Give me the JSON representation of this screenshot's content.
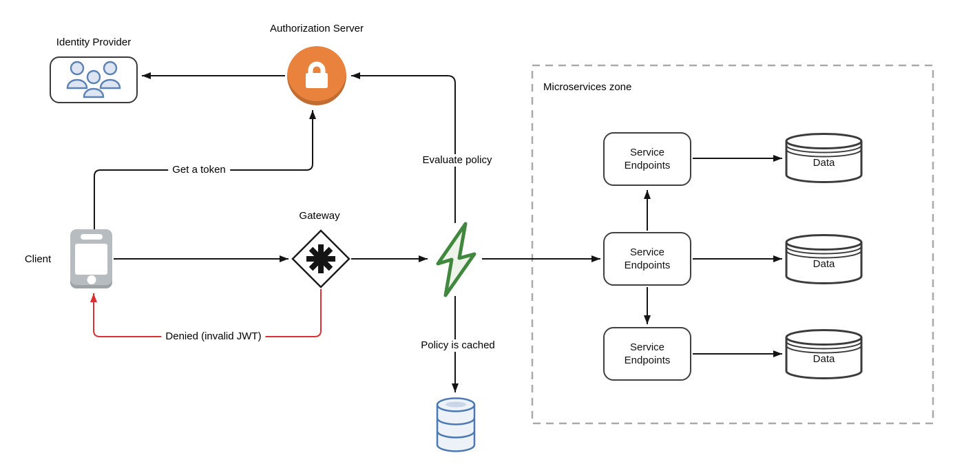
{
  "diagram": {
    "type": "architecture-flow",
    "background": "#ffffff",
    "zone": {
      "label": "Microservices zone",
      "border_color": "#a9a9a9",
      "border_style": "dashed"
    }
  },
  "nodes": {
    "identity_provider": {
      "label": "Identity Provider",
      "icon": "users-icon",
      "icon_color": "#5b82b5"
    },
    "authorization_server": {
      "label": "Authorization Server",
      "icon": "lock-icon",
      "fill": "#e8823c"
    },
    "client": {
      "label": "Client",
      "icon": "smartphone-icon",
      "fill": "#b6bcc0"
    },
    "gateway": {
      "label": "Gateway",
      "icon": "complex-gateway-asterisk-icon"
    },
    "policy_engine": {
      "icon": "lightning-icon",
      "stroke": "#41883f",
      "fill": "#eef4ea"
    },
    "policy_cache_db": {
      "icon": "database-icon",
      "stroke": "#4b79b3",
      "fill": "#edf2f9"
    },
    "service_endpoints": [
      {
        "label": "Service Endpoints"
      },
      {
        "label": "Service Endpoints"
      },
      {
        "label": "Service Endpoints"
      }
    ],
    "data_stores": [
      {
        "label": "Data",
        "icon": "database-cylinder-icon"
      },
      {
        "label": "Data",
        "icon": "database-cylinder-icon"
      },
      {
        "label": "Data",
        "icon": "database-cylinder-icon"
      }
    ]
  },
  "edges": {
    "get_a_token": {
      "label": "Get a token",
      "color": "#141414"
    },
    "evaluate_policy": {
      "label": "Evaluate policy",
      "color": "#141414"
    },
    "policy_is_cached": {
      "label": "Policy is cached",
      "color": "#141414"
    },
    "denied_invalid_jwt": {
      "label": "Denied (invalid JWT)",
      "color": "#dd2f31"
    }
  }
}
